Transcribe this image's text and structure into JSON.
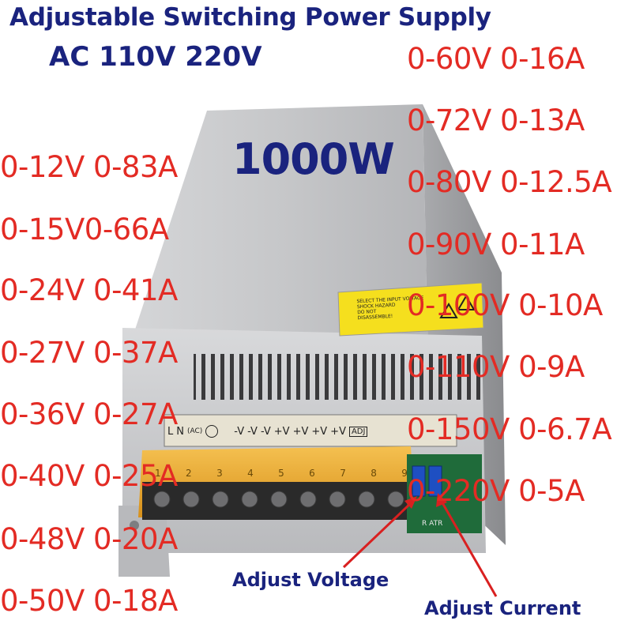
{
  "header": {
    "title": "Adjustable Switching Power Supply",
    "input": "AC 110V 220V"
  },
  "product": {
    "power_label": "1000W",
    "terminal_labels": [
      "L",
      "N",
      "(AC)",
      "-V",
      "-V",
      "-V",
      "+V",
      "+V",
      "+V",
      "+V",
      "ADJ"
    ],
    "terminal_numbers": [
      "1",
      "2",
      "3",
      "4",
      "5",
      "6",
      "7",
      "8",
      "9"
    ],
    "board_labels": "R ATR",
    "warning_label": {
      "line1": "SELECT THE INPUT VOLTAGE",
      "line2": "SHOCK HAZARD",
      "line3": "DO NOT",
      "line4": "DISASSEMBLE!"
    }
  },
  "specs_left": [
    "0-12V 0-83A",
    "0-15V0-66A",
    "0-24V 0-41A",
    "0-27V 0-37A",
    "0-36V 0-27A",
    "0-40V 0-25A",
    "0-48V 0-20A",
    "0-50V 0-18A"
  ],
  "specs_right": [
    "0-60V 0-16A",
    "0-72V 0-13A",
    "0-80V 0-12.5A",
    "0-90V 0-11A",
    "0-100V 0-10A",
    "0-110V 0-9A",
    "0-150V 0-6.7A",
    "0-220V 0-5A"
  ],
  "annotations": {
    "voltage": "Adjust Voltage",
    "current": "Adjust Current"
  },
  "colors": {
    "title": "#1a237e",
    "spec_text": "#e32b24",
    "arrow": "#d92020",
    "chassis": "#c9cacc",
    "terminal_cover": "#f0a81a"
  }
}
